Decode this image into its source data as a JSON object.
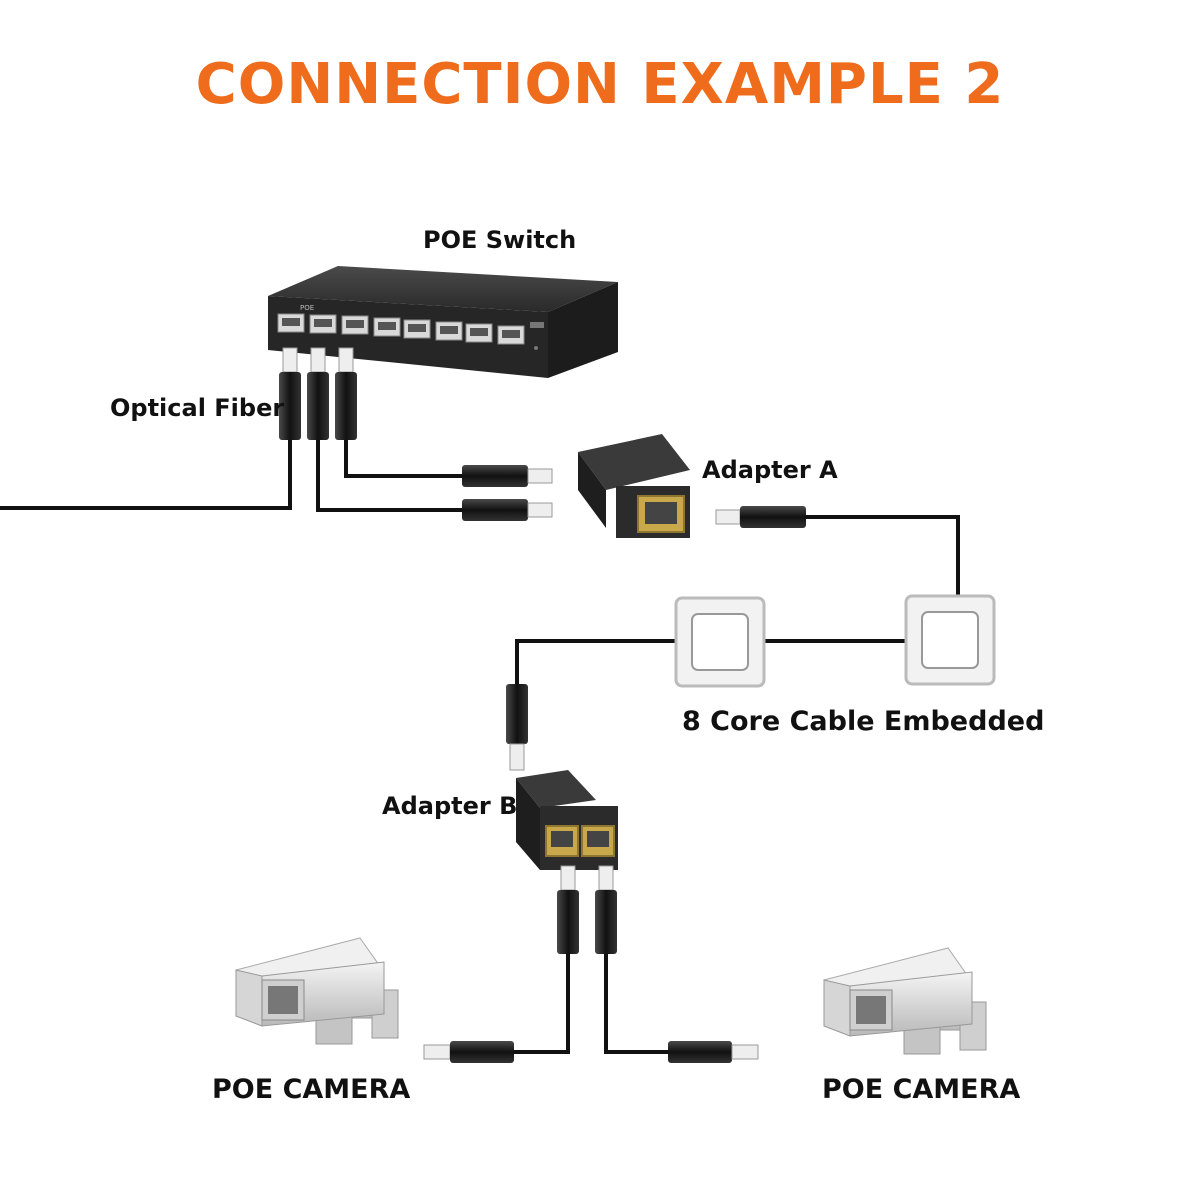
{
  "title": "CONNECTION EXAMPLE 2",
  "colors": {
    "title": "#ee6c1b",
    "cable": "#111111",
    "device_dark": "#2b2b2b",
    "port_gold": "#c9a84c",
    "camera_body": "#dcdcdc",
    "wall_plate": "#e9e9e9"
  },
  "labels": {
    "poe_switch": "POE Switch",
    "optical_fiber": "Optical Fiber",
    "adapter_a": "Adapter A",
    "cable_embedded": "8 Core Cable Embedded",
    "adapter_b": "Adapter B",
    "camera_left": "POE CAMERA",
    "camera_right": "POE CAMERA"
  },
  "icons": {
    "switch": "network-switch-icon",
    "adapter": "rj45-splitter-icon",
    "plug": "rj45-plug-icon",
    "wall_plate": "wall-jack-icon",
    "camera": "security-camera-icon"
  }
}
